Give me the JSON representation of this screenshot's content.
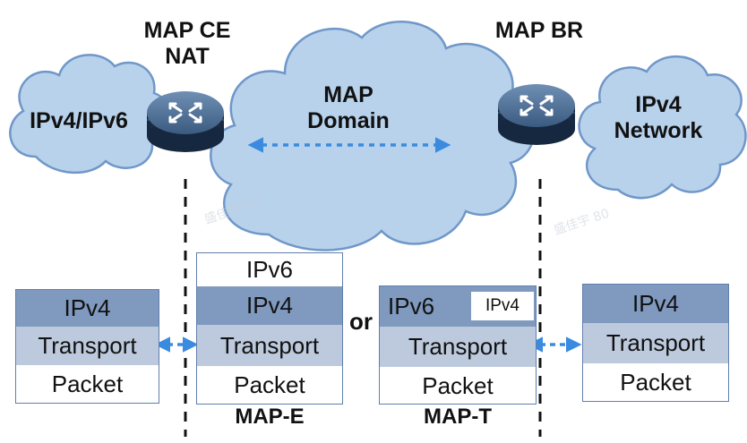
{
  "nodes": {
    "map_ce_line1": "MAP CE",
    "map_ce_line2": "NAT",
    "map_br": "MAP BR"
  },
  "clouds": {
    "left": "IPv4/IPv6",
    "center_line1": "MAP",
    "center_line2": "Domain",
    "right_line1": "IPv4",
    "right_line2": "Network"
  },
  "stacks": {
    "left": {
      "row1": "IPv4",
      "row2": "Transport",
      "row3": "Packet"
    },
    "map_e": {
      "top": "IPv6",
      "row1": "IPv4",
      "row2": "Transport",
      "row3": "Packet",
      "caption": "MAP-E"
    },
    "map_t": {
      "row1": "IPv6",
      "tag": "IPv4",
      "row2": "Transport",
      "row3": "Packet",
      "caption": "MAP-T"
    },
    "right": {
      "row1": "IPv4",
      "row2": "Transport",
      "row3": "Packet"
    }
  },
  "or_label": "or",
  "watermark": "盛佳宇 80",
  "colors": {
    "cloud_fill": "#b8d2ec",
    "cloud_stroke": "#6f97c8",
    "arrow": "#3a8be0",
    "header_row": "#7f99bf",
    "transport_row": "#bdcadd",
    "router_body": "#1f3552"
  },
  "icons": [
    "router-icon",
    "cloud-shape",
    "dashed-double-arrow"
  ]
}
